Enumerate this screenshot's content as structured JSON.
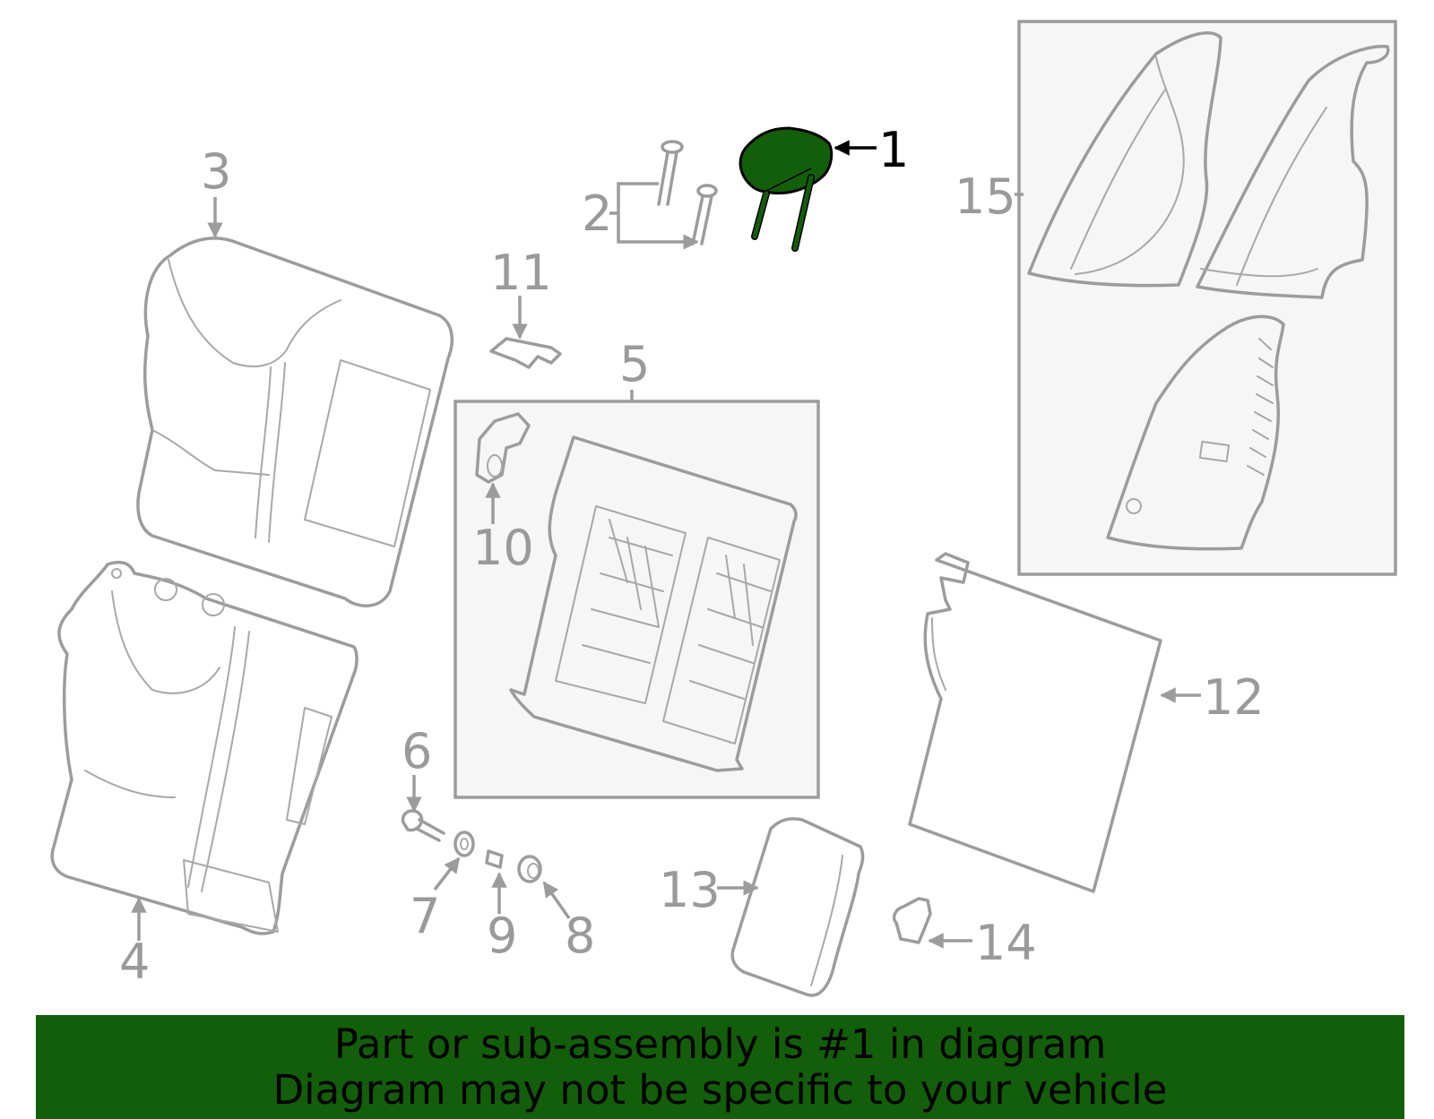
{
  "diagram": {
    "highlight_color": "#135e0a",
    "part_color": "#9c9c9c",
    "highlighted_callout": "1",
    "callouts": {
      "c1": "1",
      "c2": "2",
      "c3": "3",
      "c4": "4",
      "c5": "5",
      "c6": "6",
      "c7": "7",
      "c8": "8",
      "c9": "9",
      "c10": "10",
      "c11": "11",
      "c12": "12",
      "c13": "13",
      "c14": "14",
      "c15": "15"
    }
  },
  "banner": {
    "line1": "Part or sub-assembly is #1 in diagram",
    "line2": "Diagram may not be specific to your vehicle",
    "background": "#135e0a"
  }
}
